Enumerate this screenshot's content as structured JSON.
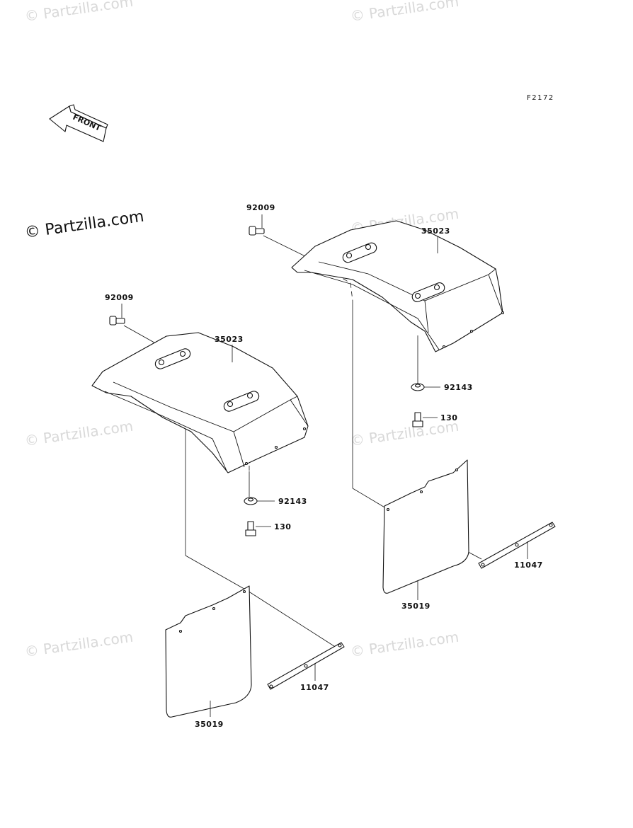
{
  "diagram": {
    "ref_code": "F2172",
    "front_arrow_text": "FRONT",
    "watermark_text": "© Partzilla.com",
    "watermark_main_text": "© Partzilla.com",
    "labels": {
      "bolt_upper_right": "92009",
      "cover_upper_right": "35023",
      "washer_right": "92143",
      "bolt_small_right": "130",
      "mudflap_right": "35019",
      "bracket_right": "11047",
      "bolt_upper_left": "92009",
      "cover_left": "35023",
      "washer_left": "92143",
      "bolt_small_left": "130",
      "mudflap_left": "35019",
      "bracket_left": "11047"
    }
  }
}
